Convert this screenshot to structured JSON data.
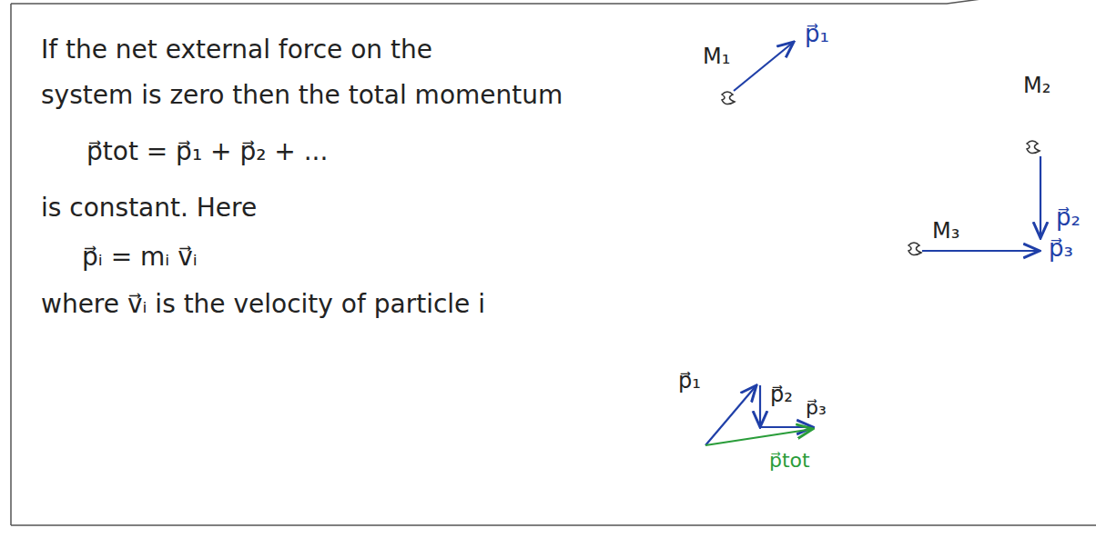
{
  "diagram": {
    "labels": [
      "If the net external force on the",
      "system is zero then the total momentum",
      "p⃗tot = p⃗₁ + p⃗₂ + ...",
      "is constant. Here",
      "p⃗ᵢ = mᵢ v⃗ᵢ",
      "where v⃗ᵢ is the velocity of particle i",
      "M₁",
      "p⃗₁",
      "M₂",
      "p⃗₂",
      "M₃",
      "p⃗₃",
      "p⃗₁",
      "p⃗₂",
      "p⃗₃",
      "p⃗tot"
    ]
  }
}
